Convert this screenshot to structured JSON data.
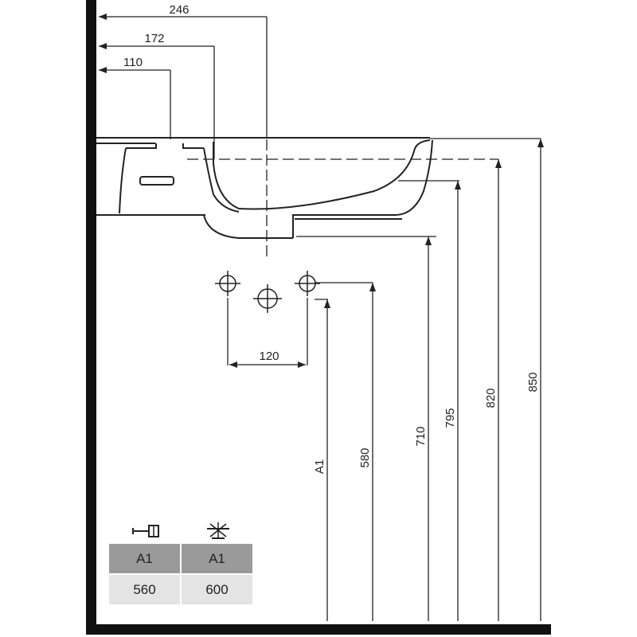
{
  "dimensions": {
    "horizontal": [
      "246",
      "172",
      "110"
    ],
    "hole_spacing": "120",
    "vertical": [
      "A1",
      "580",
      "710",
      "795",
      "820",
      "850"
    ]
  },
  "legend": {
    "icons": [
      "wall-mounted-trap-icon",
      "floor-trap-icon"
    ],
    "header": [
      "A1",
      "A1"
    ],
    "values": [
      "560",
      "600"
    ]
  },
  "colors": {
    "line": "#222222",
    "header_fill": "#9a9a9a",
    "value_fill": "#e4e4e4"
  }
}
